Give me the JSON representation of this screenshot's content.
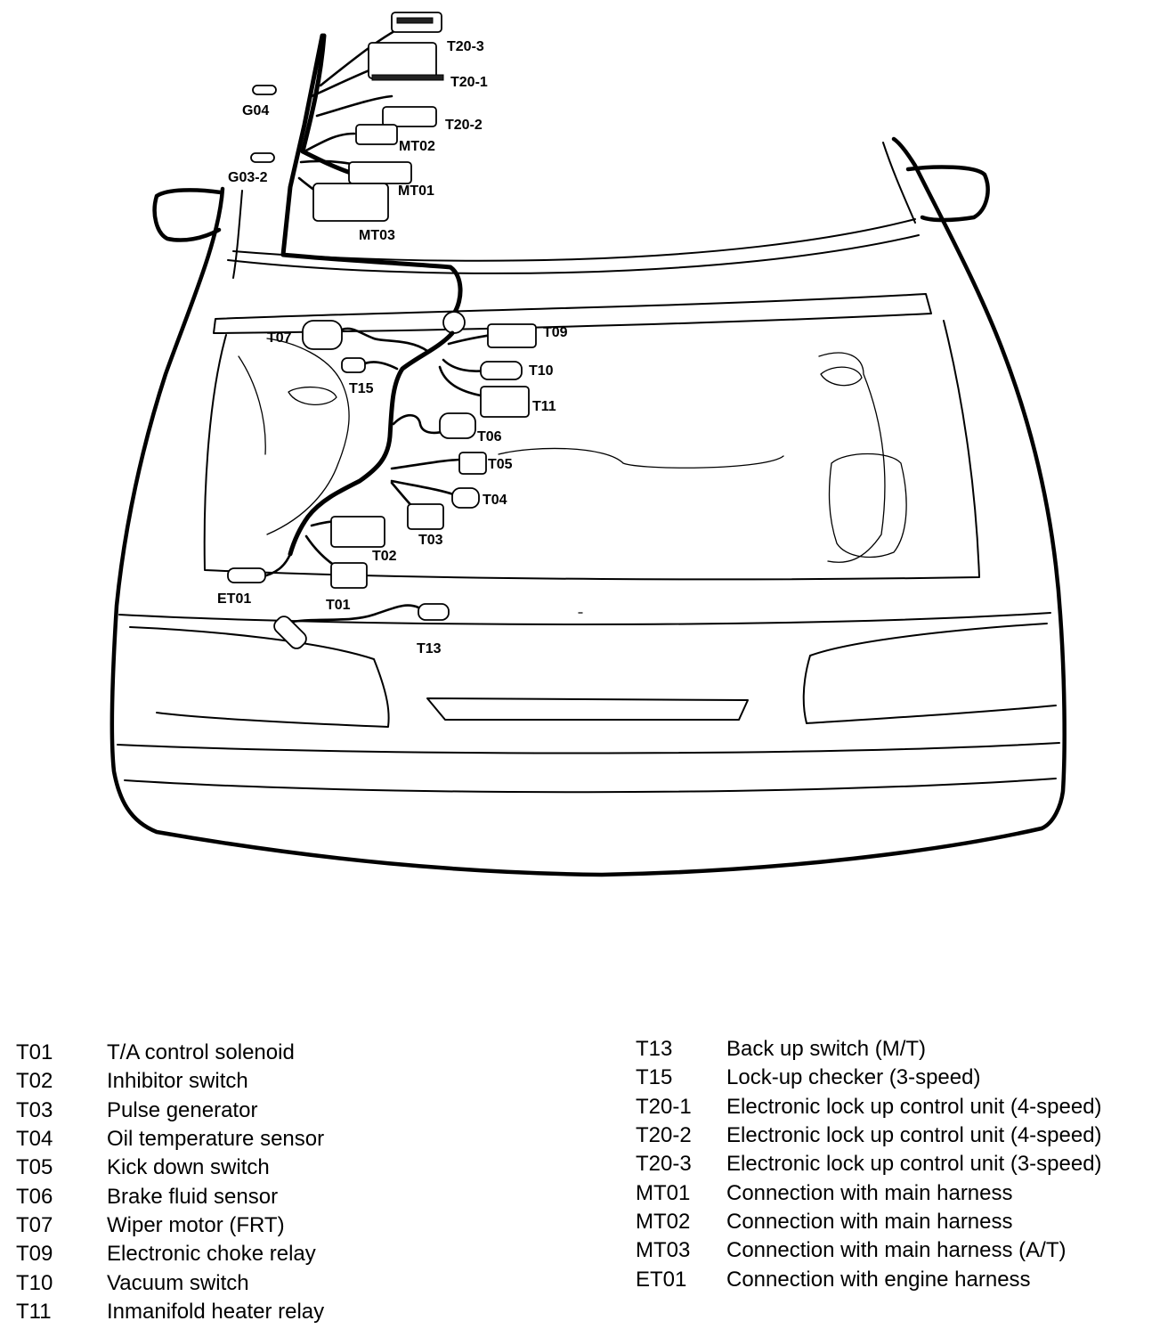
{
  "diagram": {
    "callouts": {
      "t20_3": "T20-3",
      "t20_1": "T20-1",
      "g04": "G04",
      "t20_2": "T20-2",
      "mt02": "MT02",
      "g03_2": "G03-2",
      "mt01": "MT01",
      "mt03": "MT03",
      "t07": "T07",
      "t09": "T09",
      "t10": "T10",
      "t15": "T15",
      "t11": "T11",
      "t06": "T06",
      "t05": "T05",
      "t04": "T04",
      "t03": "T03",
      "t02": "T02",
      "et01": "ET01",
      "t01": "T01",
      "t13": "T13"
    }
  },
  "legend": {
    "left": [
      {
        "code": "T01",
        "desc": "T/A control solenoid"
      },
      {
        "code": "T02",
        "desc": "Inhibitor switch"
      },
      {
        "code": "T03",
        "desc": "Pulse generator"
      },
      {
        "code": "T04",
        "desc": "Oil temperature sensor"
      },
      {
        "code": "T05",
        "desc": "Kick down switch"
      },
      {
        "code": "T06",
        "desc": "Brake fluid sensor"
      },
      {
        "code": "T07",
        "desc": "Wiper motor (FRT)"
      },
      {
        "code": "T09",
        "desc": "Electronic choke relay"
      },
      {
        "code": "T10",
        "desc": "Vacuum switch"
      },
      {
        "code": "T11",
        "desc": "Inmanifold heater relay"
      }
    ],
    "right": [
      {
        "code": "T13",
        "desc": "Back up switch (M/T)"
      },
      {
        "code": "T15",
        "desc": "Lock-up checker (3-speed)"
      },
      {
        "code": "T20-1",
        "desc": "Electronic lock up control unit (4-speed)"
      },
      {
        "code": "T20-2",
        "desc": "Electronic lock up control unit (4-speed)"
      },
      {
        "code": "T20-3",
        "desc": "Electronic lock up control unit (3-speed)"
      },
      {
        "code": "MT01",
        "desc": "Connection with main harness"
      },
      {
        "code": "MT02",
        "desc": "Connection with main harness"
      },
      {
        "code": "MT03",
        "desc": "Connection with main harness (A/T)"
      },
      {
        "code": "ET01",
        "desc": "Connection with engine harness"
      }
    ]
  }
}
